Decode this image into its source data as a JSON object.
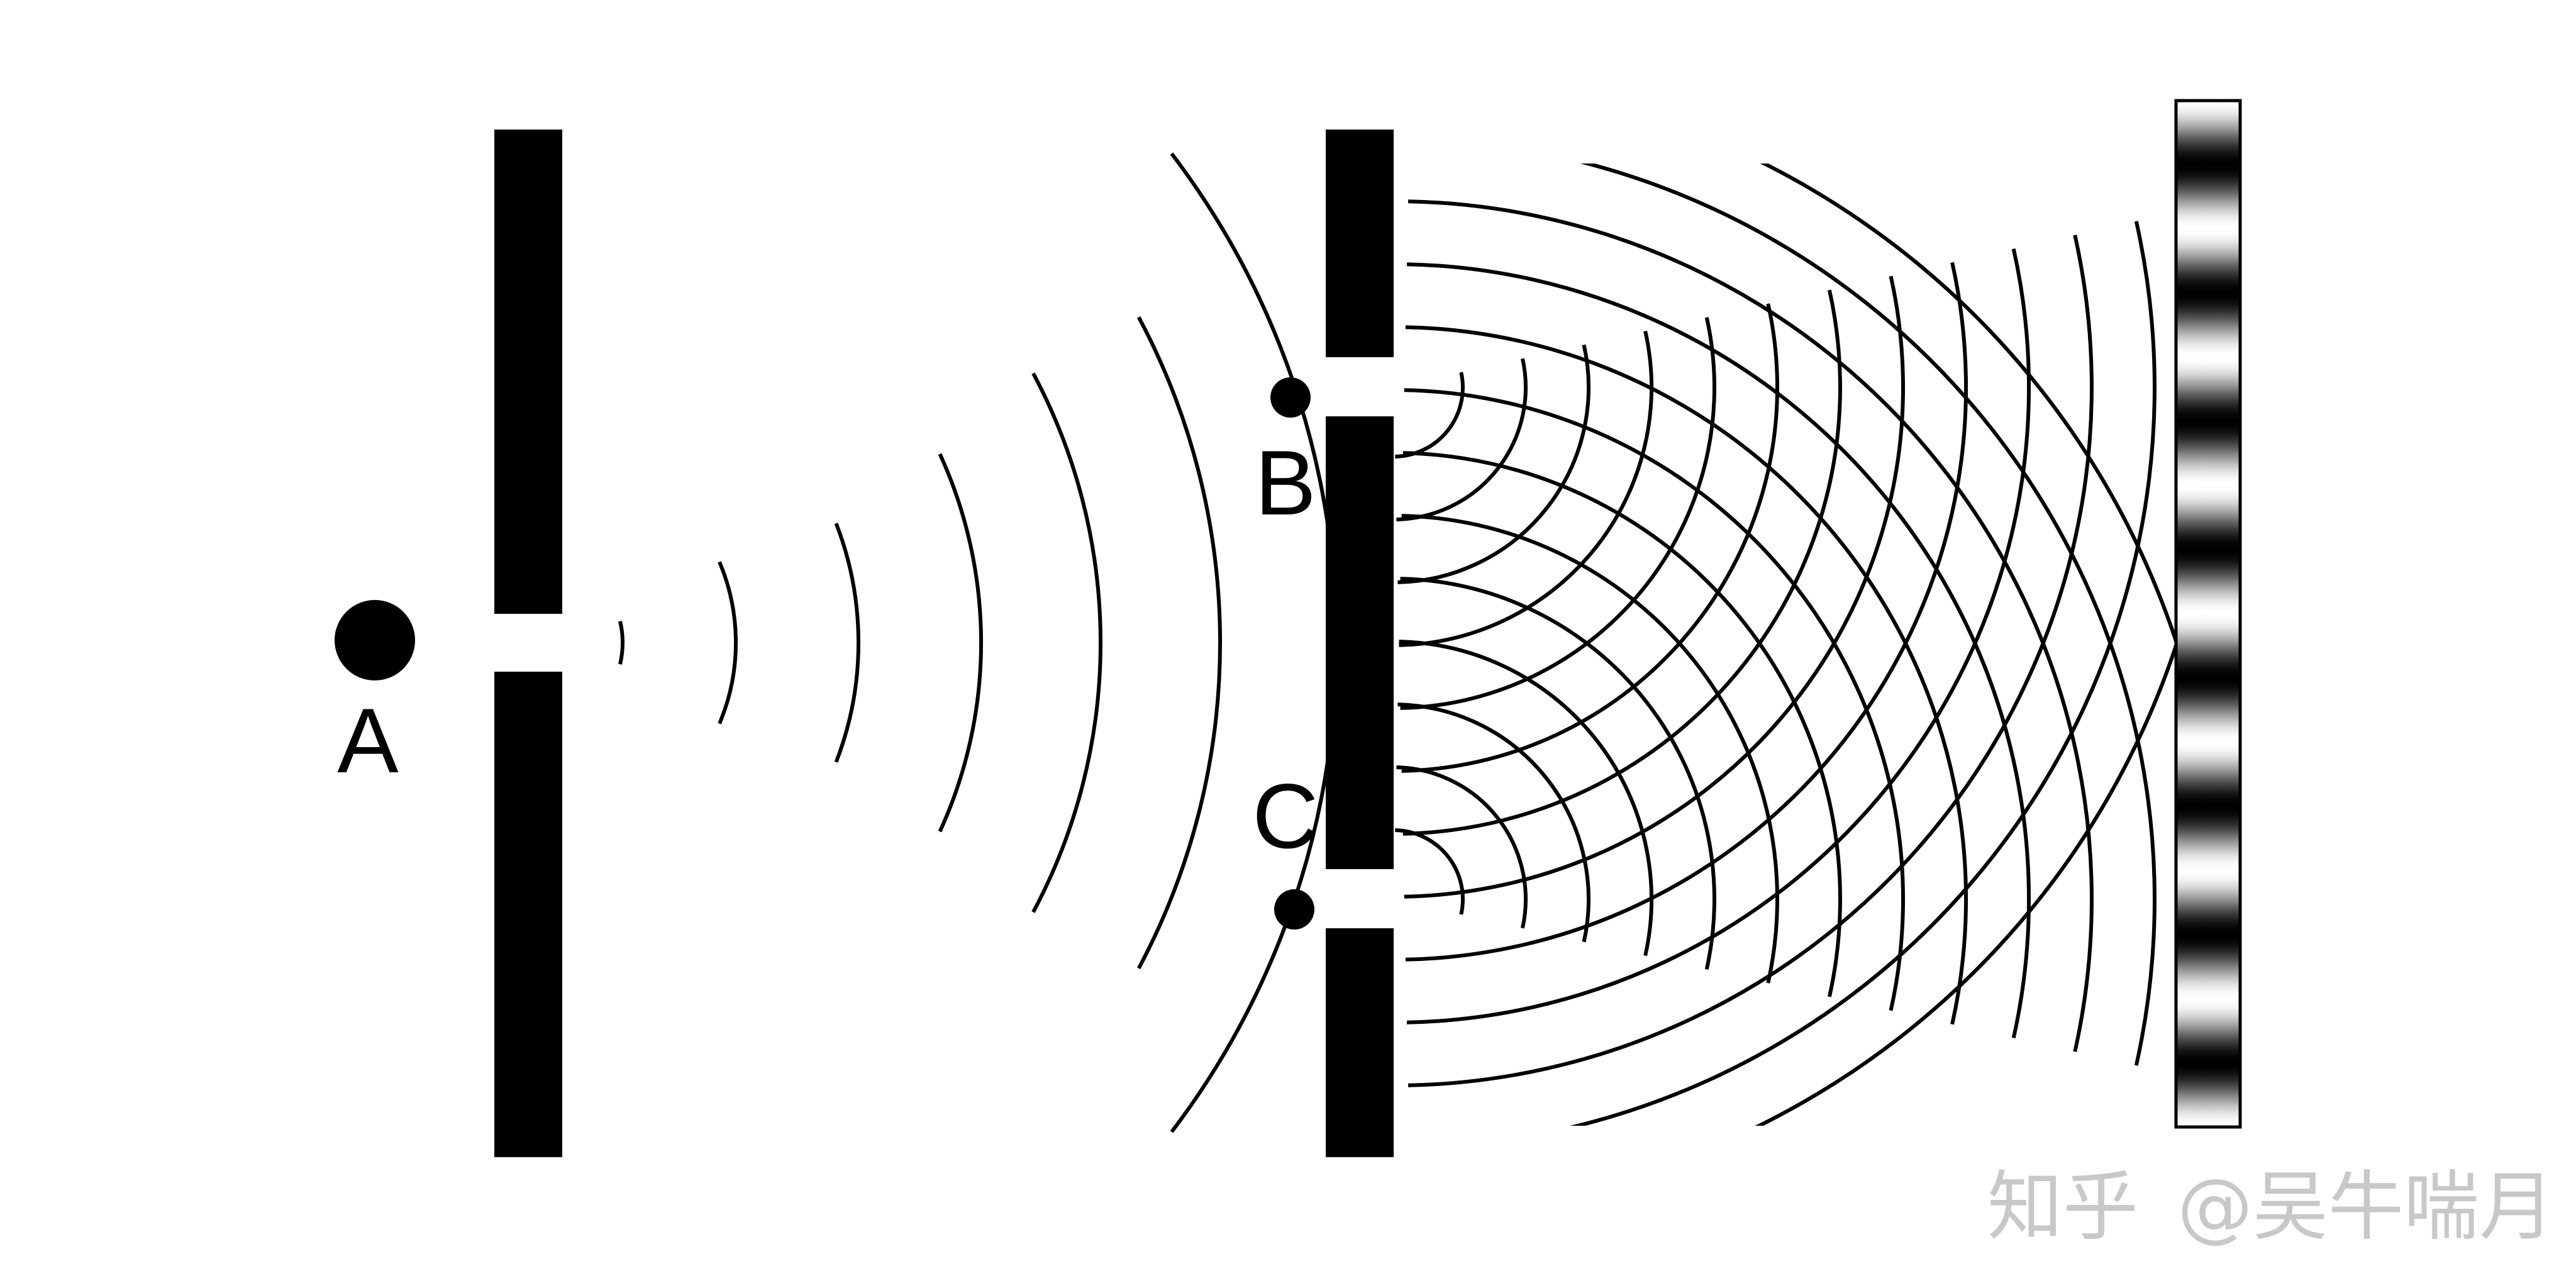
{
  "labels": {
    "source": "A",
    "slit_top": "B",
    "slit_bottom": "C"
  },
  "watermark": {
    "brand": "知乎",
    "author": "@吴牛喘月"
  },
  "colors": {
    "ink": "#000000",
    "background": "#ffffff",
    "watermark": "#c8c8c8"
  },
  "screen": {
    "fringe_count": 8
  }
}
